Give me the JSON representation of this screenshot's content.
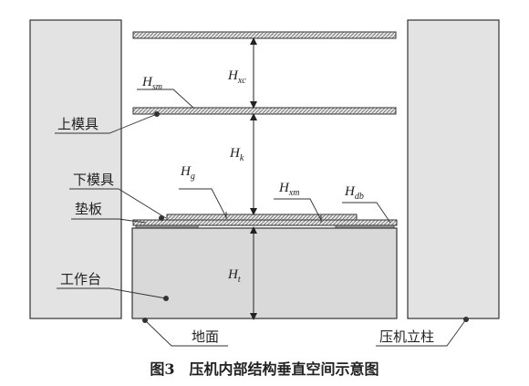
{
  "labels": {
    "upper_die": "上模具",
    "lower_die": "下模具",
    "pad": "垫板",
    "worktable": "工作台",
    "ground": "地面",
    "column": "压机立柱"
  },
  "symbols": {
    "hsm": {
      "main": "H",
      "sub": "sm"
    },
    "hxc": {
      "main": "H",
      "sub": "xc"
    },
    "hk": {
      "main": "H",
      "sub": "k"
    },
    "hg": {
      "main": "H",
      "sub": "g"
    },
    "hxm": {
      "main": "H",
      "sub": "xm"
    },
    "hdb": {
      "main": "H",
      "sub": "db"
    },
    "ht": {
      "main": "H",
      "sub": "t"
    }
  },
  "caption": "图3　压机内部结构垂直空间示意图",
  "colors": {
    "column_fill": "#e3e3e3",
    "worktable_fill": "#d9d9d9",
    "stroke": "#333333"
  }
}
